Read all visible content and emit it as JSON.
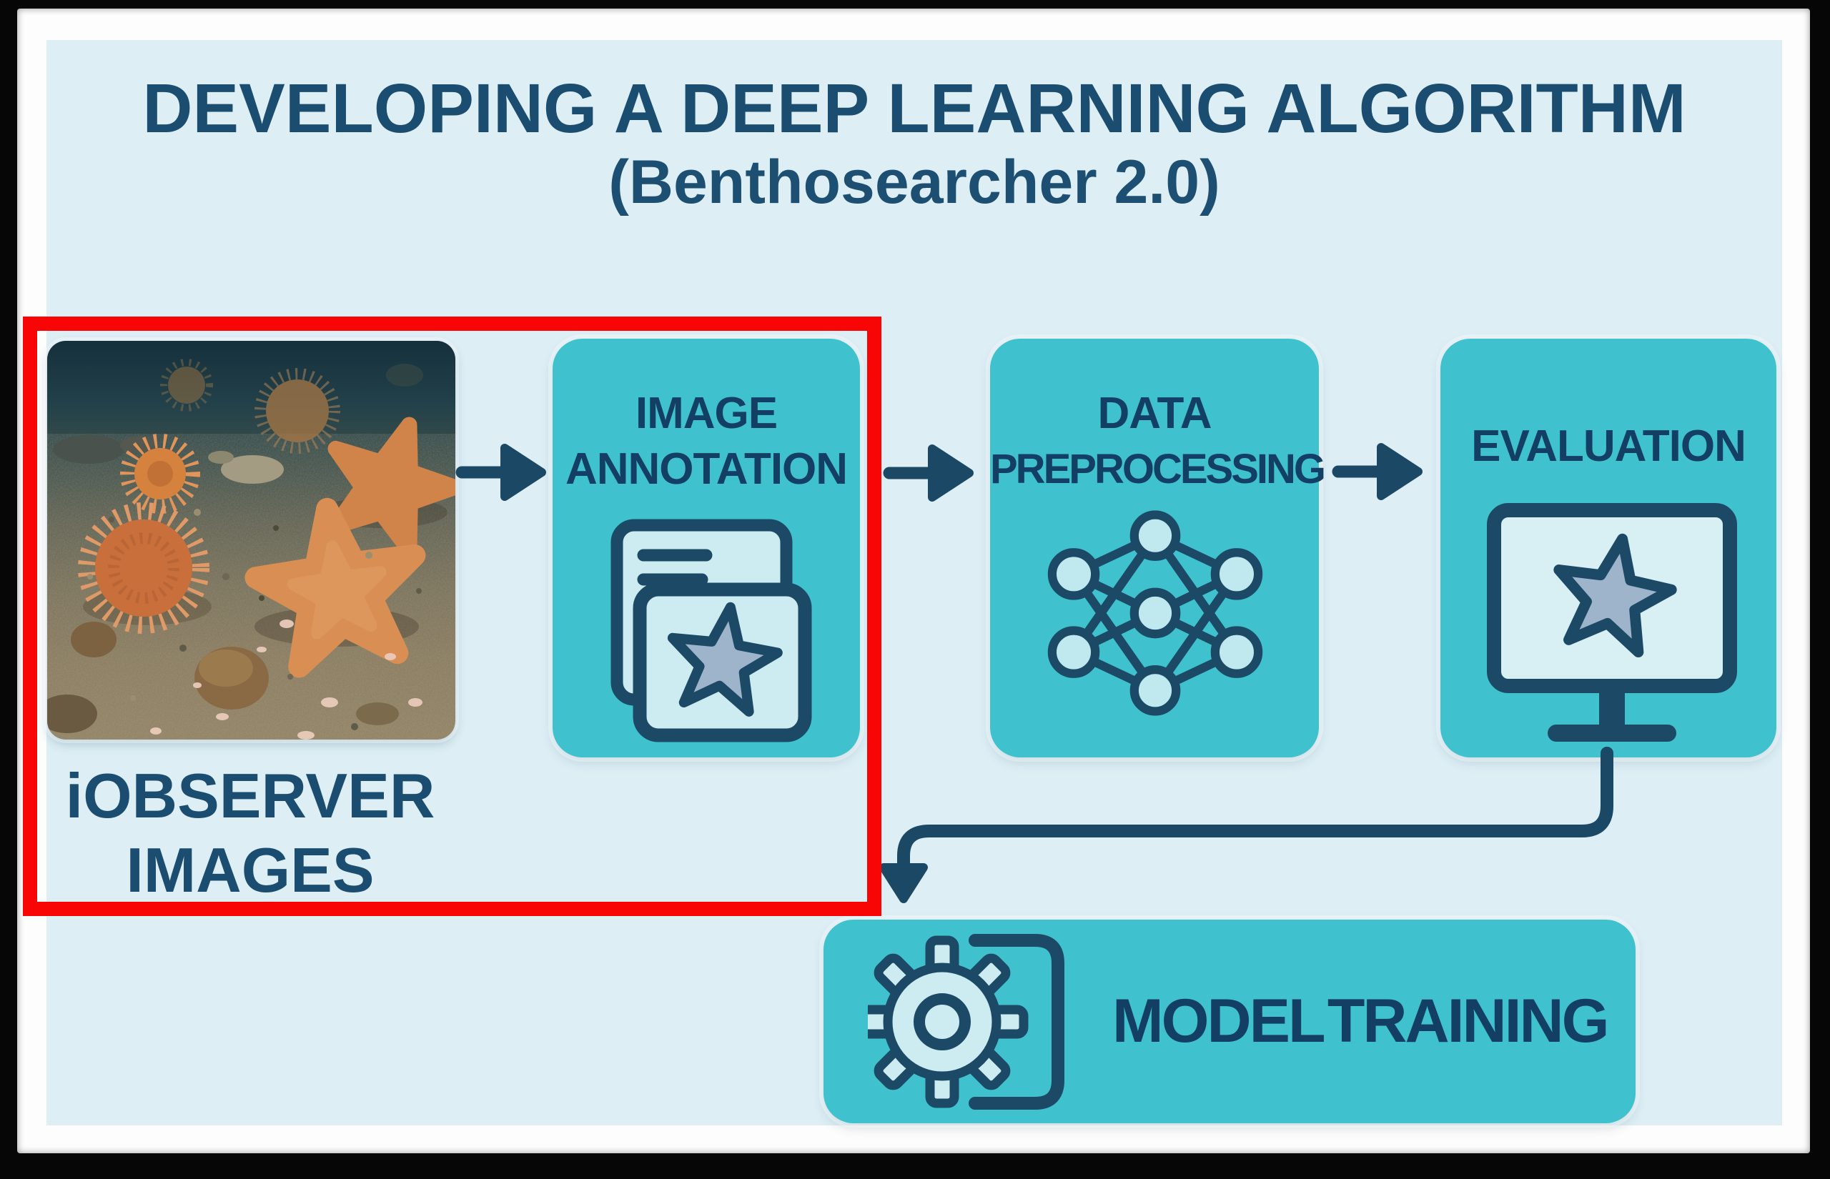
{
  "header": {
    "title": "DEVELOPING A DEEP LEARNING ALGORITHM",
    "subtitle": "(Benthosearcher 2.0)"
  },
  "pipeline": {
    "input": {
      "caption_line1": "iOBSERVER",
      "caption_line2": "IMAGES",
      "photo_description": "underwater seafloor photo with orange starfish and sea urchins"
    },
    "annotation": {
      "line1": "IMAGE",
      "line2": "ANNOTATION",
      "icon": "annotated-documents-icon"
    },
    "preprocessing": {
      "line1": "DATA",
      "line2": "PREPROCESSING",
      "icon": "neural-network-icon"
    },
    "evaluation": {
      "line1": "EVALUATION",
      "icon": "monitor-starfish-icon"
    },
    "training": {
      "label": "MODEL TRAINING",
      "icon": "gear-document-icon"
    }
  },
  "highlight_box": {
    "color": "#f80606"
  },
  "colors": {
    "frame_black": "#060606",
    "matte_white": "#fdfdfd",
    "background": "#ddeef5",
    "box_teal": "#3fc2ce",
    "heading_navy": "#1b4d70",
    "label_navy": "#123f63",
    "icon_outline_navy": "#1c4a66",
    "icon_light_fill": "#cdecf2",
    "star_fill": "#9db4ca",
    "arrow_navy": "#1b4865",
    "highlight_red": "#f80606"
  }
}
